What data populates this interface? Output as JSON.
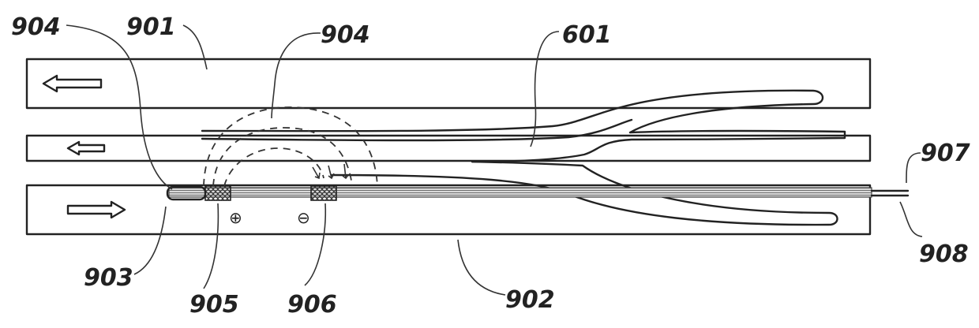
{
  "figure": {
    "labels": {
      "l904a": "904",
      "l901": "901",
      "l904b": "904",
      "l601": "601",
      "l907": "907",
      "l908": "908",
      "l903": "903",
      "l905": "905",
      "l906": "906",
      "l902": "902"
    },
    "symbols": {
      "positive": "⊕",
      "negative": "⊖"
    },
    "flow_arrows": [
      {
        "panel": "901",
        "direction": "left"
      },
      {
        "panel": "middle",
        "direction": "left"
      },
      {
        "panel": "902",
        "direction": "right"
      }
    ]
  }
}
